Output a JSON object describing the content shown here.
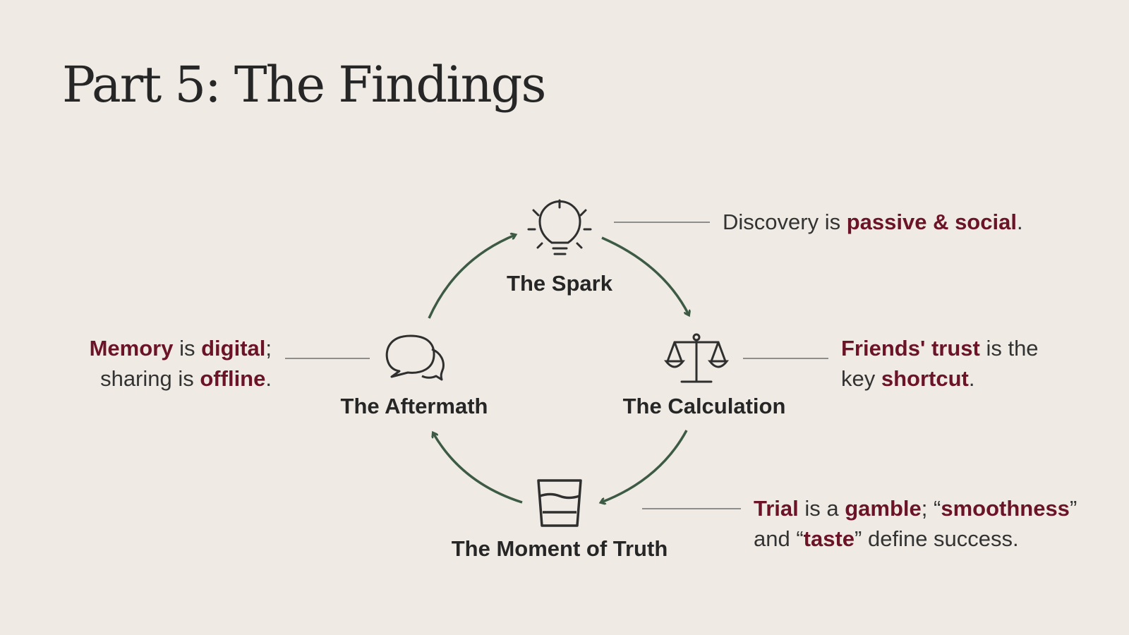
{
  "slide": {
    "title": "Part 5: The Findings"
  },
  "stages": {
    "spark": {
      "label": "The Spark",
      "icon": "lightbulb-icon"
    },
    "calculation": {
      "label": "The Calculation",
      "icon": "scale-icon"
    },
    "moment": {
      "label": "The Moment of Truth",
      "icon": "glass-icon"
    },
    "aftermath": {
      "label": "The Aftermath",
      "icon": "speech-bubbles-icon"
    }
  },
  "notes": {
    "spark": {
      "p1": "Discovery is ",
      "b1": "passive & social",
      "p2": "."
    },
    "calculation": {
      "b1": "Friends' trust",
      "p1": " is the",
      "p2": "key ",
      "b2": "shortcut",
      "p3": "."
    },
    "moment": {
      "b1": "Trial",
      "p1": " is a ",
      "b2": "gamble",
      "p2": "; “",
      "b3": "smoothness",
      "p3": "”",
      "p4": "and “",
      "b4": "taste",
      "p5": "” define success."
    },
    "aftermath": {
      "b1": "Memory",
      "p1": " is ",
      "b2": "digital",
      "p2": ";",
      "p3": "sharing is ",
      "b3": "offline",
      "p4": "."
    }
  },
  "colors": {
    "accent": "#6b1428",
    "line": "#3d5a45",
    "connector": "#6f6f6f",
    "background": "#efebe4"
  }
}
